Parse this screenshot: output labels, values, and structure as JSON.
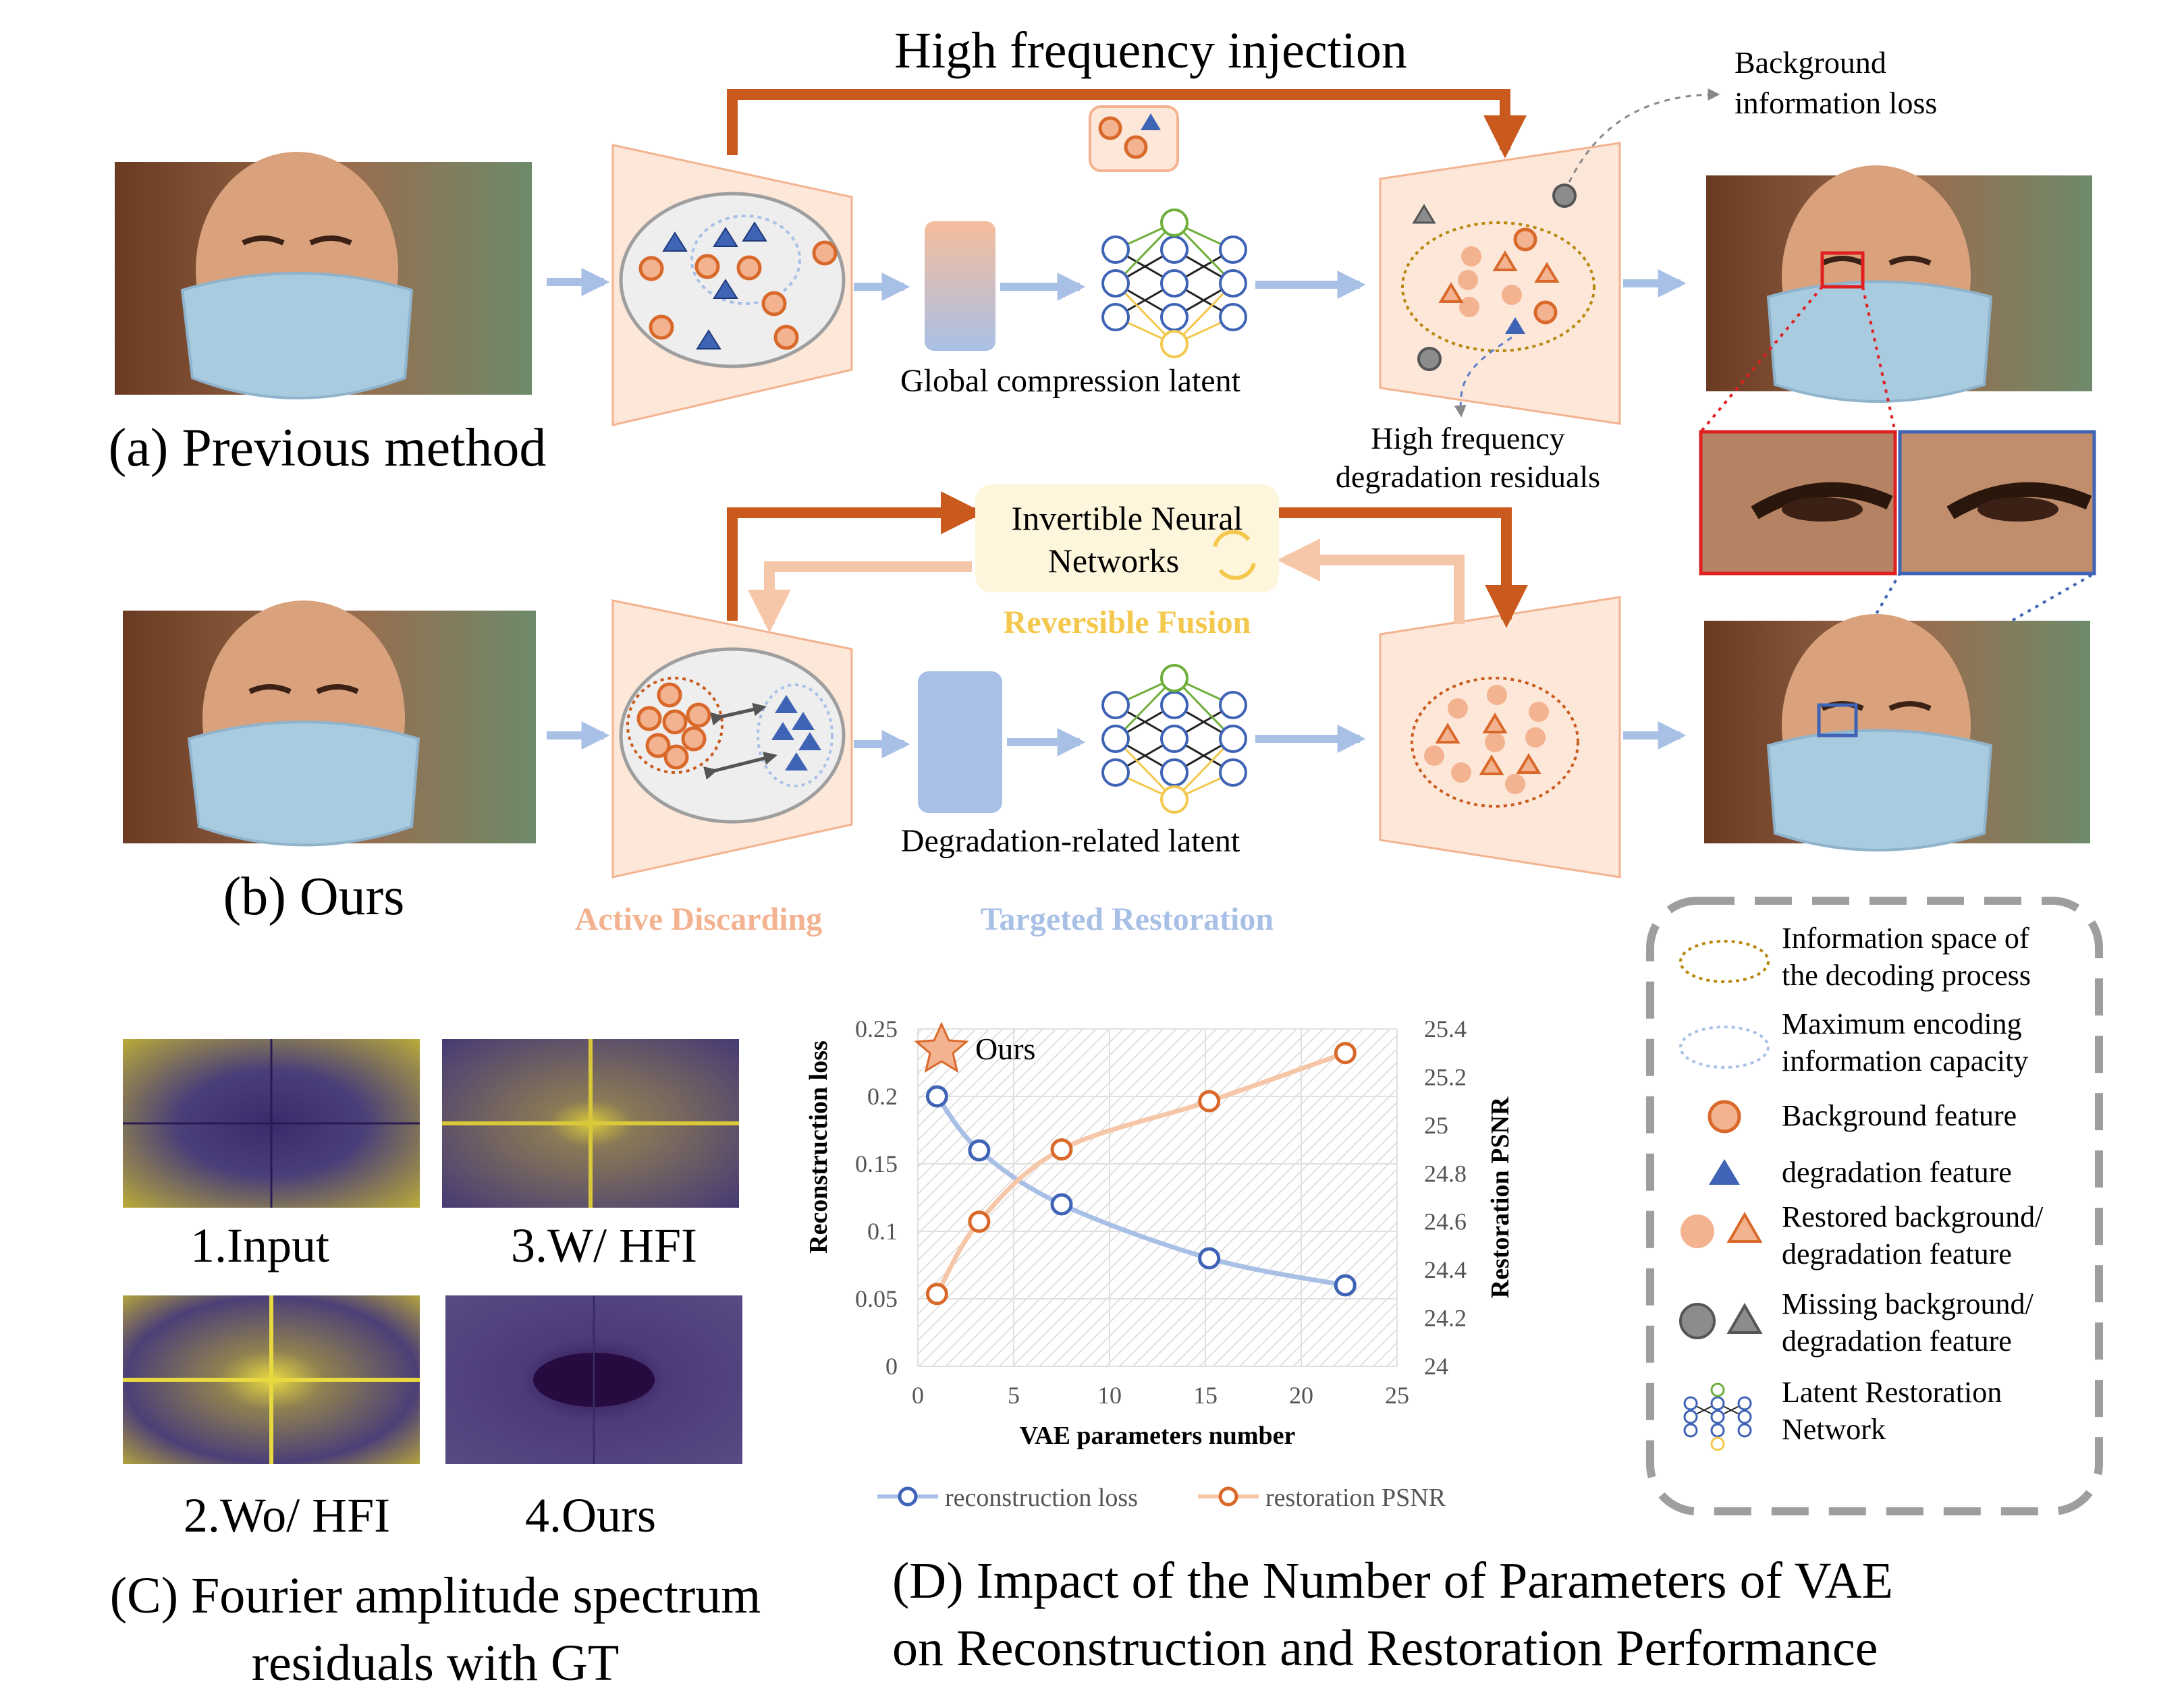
{
  "top": {
    "title": "High frequency injection",
    "bg_loss": [
      "Background",
      "information loss"
    ],
    "latent_label": "Global compression latent",
    "hf_residual": [
      "High frequency",
      "degradation residuals"
    ],
    "caption": "(a) Previous method"
  },
  "bottom": {
    "inn": [
      "Invertible Neural",
      "Networks"
    ],
    "reversible": "Reversible Fusion",
    "latent_label": "Degradation-related latent",
    "active": "Active Discarding",
    "targeted": "Targeted Restoration",
    "caption": "(b) Ours"
  },
  "legend": {
    "items": [
      [
        "Information space of",
        "the decoding process"
      ],
      [
        "Maximum encoding",
        "information capacity"
      ],
      [
        "Background feature"
      ],
      [
        "degradation feature"
      ],
      [
        "Restored background/",
        "degradation feature"
      ],
      [
        "Missing background/",
        "degradation feature"
      ],
      [
        "Latent Restoration",
        "Network"
      ]
    ]
  },
  "spectrum": {
    "labels": [
      "1.Input",
      "3.W/ HFI",
      "2.Wo/ HFI",
      "4.Ours"
    ],
    "caption": [
      "(C) Fourier amplitude spectrum",
      "residuals with GT"
    ]
  },
  "colors": {
    "orange": "#D9692A",
    "orange_light": "#F3B390",
    "panel": "#FCE7D9",
    "blue": "#3F63B5",
    "blue_light": "#A9C0E6",
    "arrow_dark": "#C9591C",
    "arrow_light": "#F6C6A8",
    "yellow": "#F3C84C",
    "grey": "#8C8C8C"
  },
  "chart_data": {
    "type": "line",
    "xlabel": "VAE parameters number",
    "ylabel_left": "Reconstruction loss",
    "ylabel_right": "Restoration PSNR",
    "xticks": [
      0,
      5,
      10,
      15,
      20,
      25
    ],
    "yticks_left": [
      "0",
      "0.05",
      "0.1",
      "0.15",
      "0.2",
      "0.25"
    ],
    "yticks_right": [
      "24",
      "24.2",
      "24.4",
      "24.6",
      "24.8",
      "25",
      "25.2",
      "25.4"
    ],
    "xlim": [
      0,
      25
    ],
    "ylim_left": [
      0,
      0.25
    ],
    "ylim_right": [
      24,
      25.4
    ],
    "annotation": "Ours",
    "series": [
      {
        "name": "reconstruction loss",
        "axis": "left",
        "x": [
          1,
          3.2,
          7.5,
          15.2,
          22.3
        ],
        "y": [
          0.2,
          0.16,
          0.12,
          0.08,
          0.06
        ]
      },
      {
        "name": "restoration PSNR",
        "axis": "right",
        "x": [
          1,
          3.2,
          7.5,
          15.2,
          22.3
        ],
        "y": [
          24.3,
          24.6,
          24.9,
          25.1,
          25.3
        ]
      }
    ],
    "caption": [
      "(D) Impact of the Number of Parameters of VAE",
      "on Reconstruction and Restoration Performance"
    ]
  }
}
